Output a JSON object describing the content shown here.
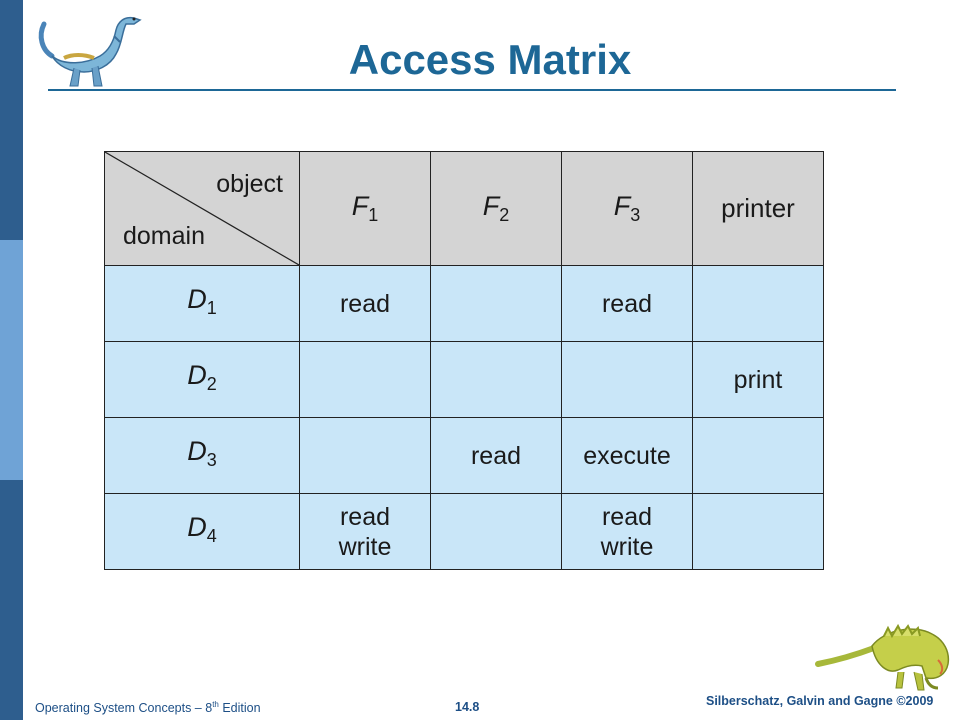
{
  "slide": {
    "title": "Access Matrix",
    "colors": {
      "title": "#1d6796",
      "header_fill": "#d4d4d4",
      "cell_fill": "#c9e6f8",
      "sidebar_dark": "#2e5e8e",
      "sidebar_light": "#6fa3d6"
    }
  },
  "matrix": {
    "corner": {
      "object_label": "object",
      "domain_label": "domain"
    },
    "columns": [
      {
        "base": "F",
        "sub": "1"
      },
      {
        "base": "F",
        "sub": "2"
      },
      {
        "base": "F",
        "sub": "3"
      },
      {
        "label": "printer"
      }
    ],
    "rows": [
      {
        "base": "D",
        "sub": "1",
        "cells": [
          [
            "read"
          ],
          [],
          [
            "read"
          ],
          []
        ]
      },
      {
        "base": "D",
        "sub": "2",
        "cells": [
          [],
          [],
          [],
          [
            "print"
          ]
        ]
      },
      {
        "base": "D",
        "sub": "3",
        "cells": [
          [],
          [
            "read"
          ],
          [
            "execute"
          ],
          []
        ]
      },
      {
        "base": "D",
        "sub": "4",
        "cells": [
          [
            "read",
            "write"
          ],
          [],
          [
            "read",
            "write"
          ],
          []
        ]
      }
    ]
  },
  "footer": {
    "left_prefix": "Operating System Concepts – 8",
    "left_sup": "th",
    "left_suffix": " Edition",
    "center": "14.8",
    "right": "Silberschatz, Galvin and Gagne ©2009"
  },
  "icons": {
    "top_left": "dinosaur-icon",
    "bottom_right": "dinosaur-icon"
  }
}
